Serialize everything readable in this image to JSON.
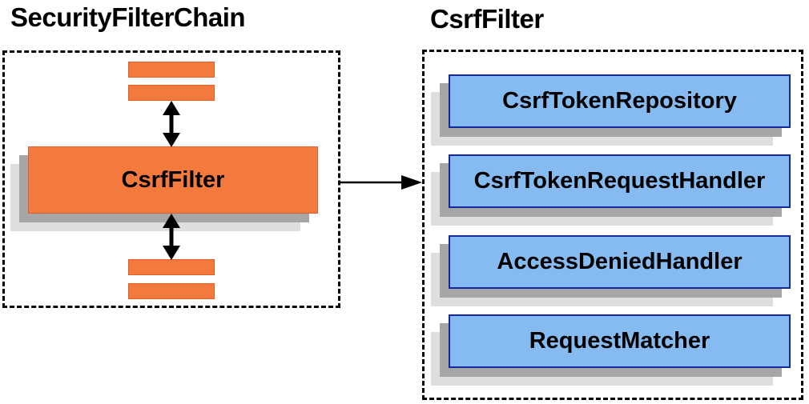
{
  "diagram": {
    "left_panel": {
      "title": "SecurityFilterChain",
      "csrf_filter_label": "CsrfFilter"
    },
    "right_panel": {
      "title": "CsrfFilter",
      "components": [
        {
          "label": "CsrfTokenRepository"
        },
        {
          "label": "CsrfTokenRequestHandler"
        },
        {
          "label": "AccessDeniedHandler"
        },
        {
          "label": "RequestMatcher"
        }
      ]
    },
    "icons": {
      "top_link": "bidirectional-arrow-icon",
      "bottom_link": "bidirectional-arrow-icon",
      "flow_link": "right-arrow-icon"
    },
    "colors": {
      "orange_fill": "#f4793c",
      "orange_border": "#e05f28",
      "blue_fill": "#85bbf0",
      "blue_border": "#13289f",
      "shadow_dark": "#a6a6a6",
      "shadow_light": "#dedede",
      "line_black": "#000000"
    }
  }
}
